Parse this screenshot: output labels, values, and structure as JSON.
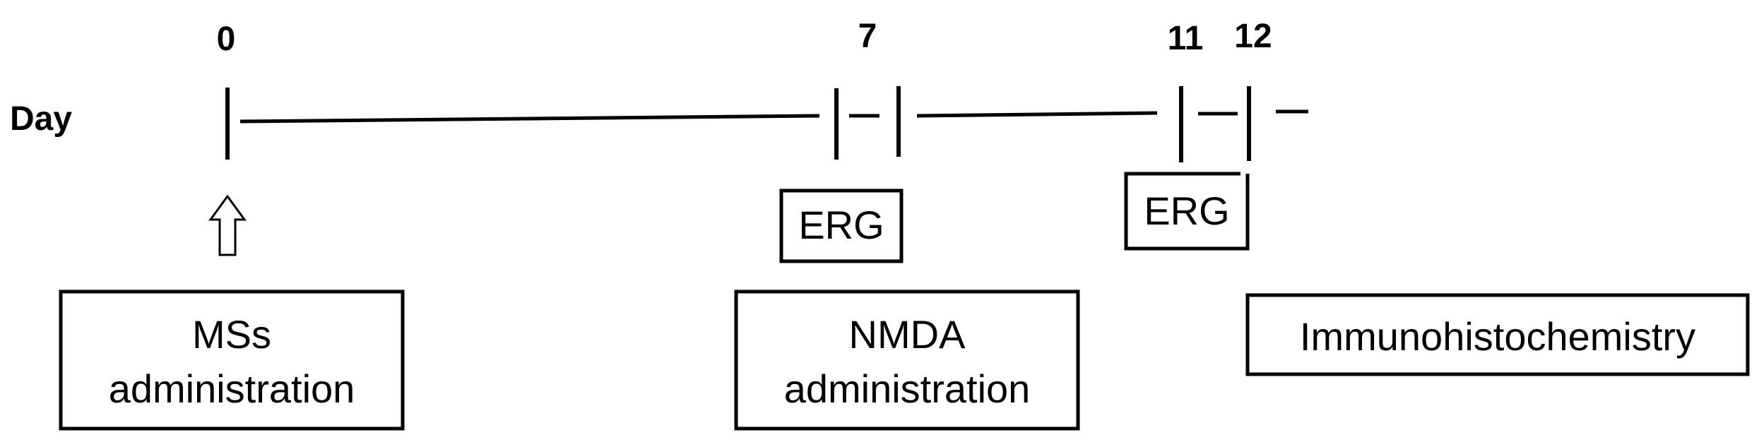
{
  "axis": {
    "label": "Day"
  },
  "ticks": [
    "0",
    "7",
    "11",
    "12"
  ],
  "boxes": {
    "erg_1": "ERG",
    "erg_2": "ERG",
    "ms_line1": "MSs",
    "ms_line2": "administration",
    "nmda_line1": "NMDA",
    "nmda_line2": "administration",
    "ihc": "Immunohistochemistry"
  },
  "colors": {
    "ink": "#000000",
    "background": "#ffffff"
  },
  "icons": {
    "arrow": "up-arrow-outline-icon"
  }
}
